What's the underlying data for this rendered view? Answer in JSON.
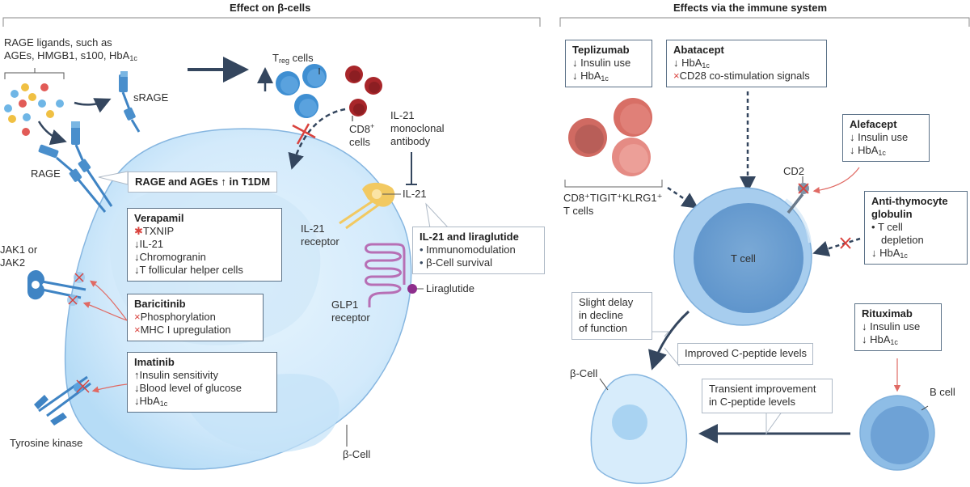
{
  "left_panel": {
    "header": "Effect on β-cells",
    "ligands_label_line1": "RAGE ligands, such as",
    "ligands_label_line2": "AGEs, HMGB1, s100, HbA",
    "ligands_label_sub": "1c",
    "srage_label": "sRAGE",
    "rage_label": "RAGE",
    "treg_label_T": "T",
    "treg_label_sub": "reg",
    "treg_label_rest": " cells",
    "cd8_label_line1": "CD8",
    "cd8_label_sup": "+",
    "cd8_label_line2": "cells",
    "il21_antibody_line1": "IL-21",
    "il21_antibody_line2": "monoclonal",
    "il21_antibody_line3": "antibody",
    "il21_label": "IL-21",
    "il21_receptor_line1": "IL-21",
    "il21_receptor_line2": "receptor",
    "glp1_receptor_line1": "GLP1",
    "glp1_receptor_line2": "receptor",
    "liraglutide_label": "Liraglutide",
    "jak_label_line1": "JAK1 or",
    "jak_label_line2": "JAK2",
    "tyrosine_kinase_label": "Tyrosine kinase",
    "beta_cell_label": "β-Cell",
    "rage_callout": "RAGE and AGEs ↑ in T1DM",
    "il21_callout": {
      "title": "IL-21 and liraglutide",
      "items": [
        "Immunomodulation",
        "β-Cell survival"
      ]
    },
    "verapamil": {
      "title": "Verapamil",
      "items": [
        {
          "symbol": "✱",
          "text": "TXNIP",
          "symbol_color": "red"
        },
        {
          "symbol": "↓",
          "text": "IL-21"
        },
        {
          "symbol": "↓",
          "text": "Chromogranin"
        },
        {
          "symbol": "↓",
          "text": "T follicular helper cells"
        }
      ]
    },
    "baricitinib": {
      "title": "Baricitinib",
      "items": [
        {
          "symbol": "×",
          "text": "Phosphorylation",
          "symbol_color": "red"
        },
        {
          "symbol": "×",
          "text": "MHC I upregulation",
          "symbol_color": "red"
        }
      ]
    },
    "imatinib": {
      "title": "Imatinib",
      "items": [
        {
          "symbol": "↑",
          "text": "Insulin sensitivity"
        },
        {
          "symbol": "↓",
          "text": "Blood level of glucose"
        },
        {
          "symbol": "↓",
          "text": "HbA",
          "sub": "1c"
        }
      ]
    }
  },
  "right_panel": {
    "header": "Effects via the immune system",
    "teplizumab": {
      "title": "Teplizumab",
      "items": [
        {
          "symbol": "↓",
          "text": " Insulin use"
        },
        {
          "symbol": "↓",
          "text": " HbA",
          "sub": "1c"
        }
      ]
    },
    "abatacept": {
      "title": "Abatacept",
      "items": [
        {
          "symbol": "↓",
          "text": " HbA",
          "sub": "1c"
        },
        {
          "symbol": "×",
          "text": "CD28 co-stimulation signals",
          "symbol_color": "red"
        }
      ]
    },
    "alefacept": {
      "title": "Alefacept",
      "items": [
        {
          "symbol": "↓",
          "text": " Insulin use"
        },
        {
          "symbol": "↓",
          "text": " HbA",
          "sub": "1c"
        }
      ]
    },
    "anti_thymocyte": {
      "title_line1": "Anti-thymocyte",
      "title_line2": "globulin",
      "items": [
        {
          "symbol": "•",
          "text": " T cell"
        },
        {
          "symbol": "",
          "text": "   depletion"
        },
        {
          "symbol": "↓",
          "text": " HbA",
          "sub": "1c"
        }
      ]
    },
    "rituximab": {
      "title": "Rituximab",
      "items": [
        {
          "symbol": "↓",
          "text": " Insulin use"
        },
        {
          "symbol": "↓",
          "text": " HbA",
          "sub": "1c"
        }
      ]
    },
    "cd8_tigit_line1": "CD8⁺TIGIT⁺KLRG1⁺",
    "cd8_tigit_line2": "T cells",
    "cd2_label": "CD2",
    "t_cell_label": "T cell",
    "b_cell_label": "B cell",
    "beta_cell_label": "β-Cell",
    "slight_delay": [
      "Slight delay",
      "in decline",
      "of function"
    ],
    "improved_cpeptide": "Improved C-peptide levels",
    "transient_improvement": [
      "Transient improvement",
      "in C-peptide levels"
    ]
  },
  "colors": {
    "cell_fill": "#d7ecfb",
    "cell_stroke": "#7fb0dc",
    "arrow_dark": "#34465e",
    "inhibit_red": "#d9423d",
    "treg_blue": "#3f8fd2",
    "cd8_red": "#a8262a",
    "box_border": "#5c7288"
  }
}
